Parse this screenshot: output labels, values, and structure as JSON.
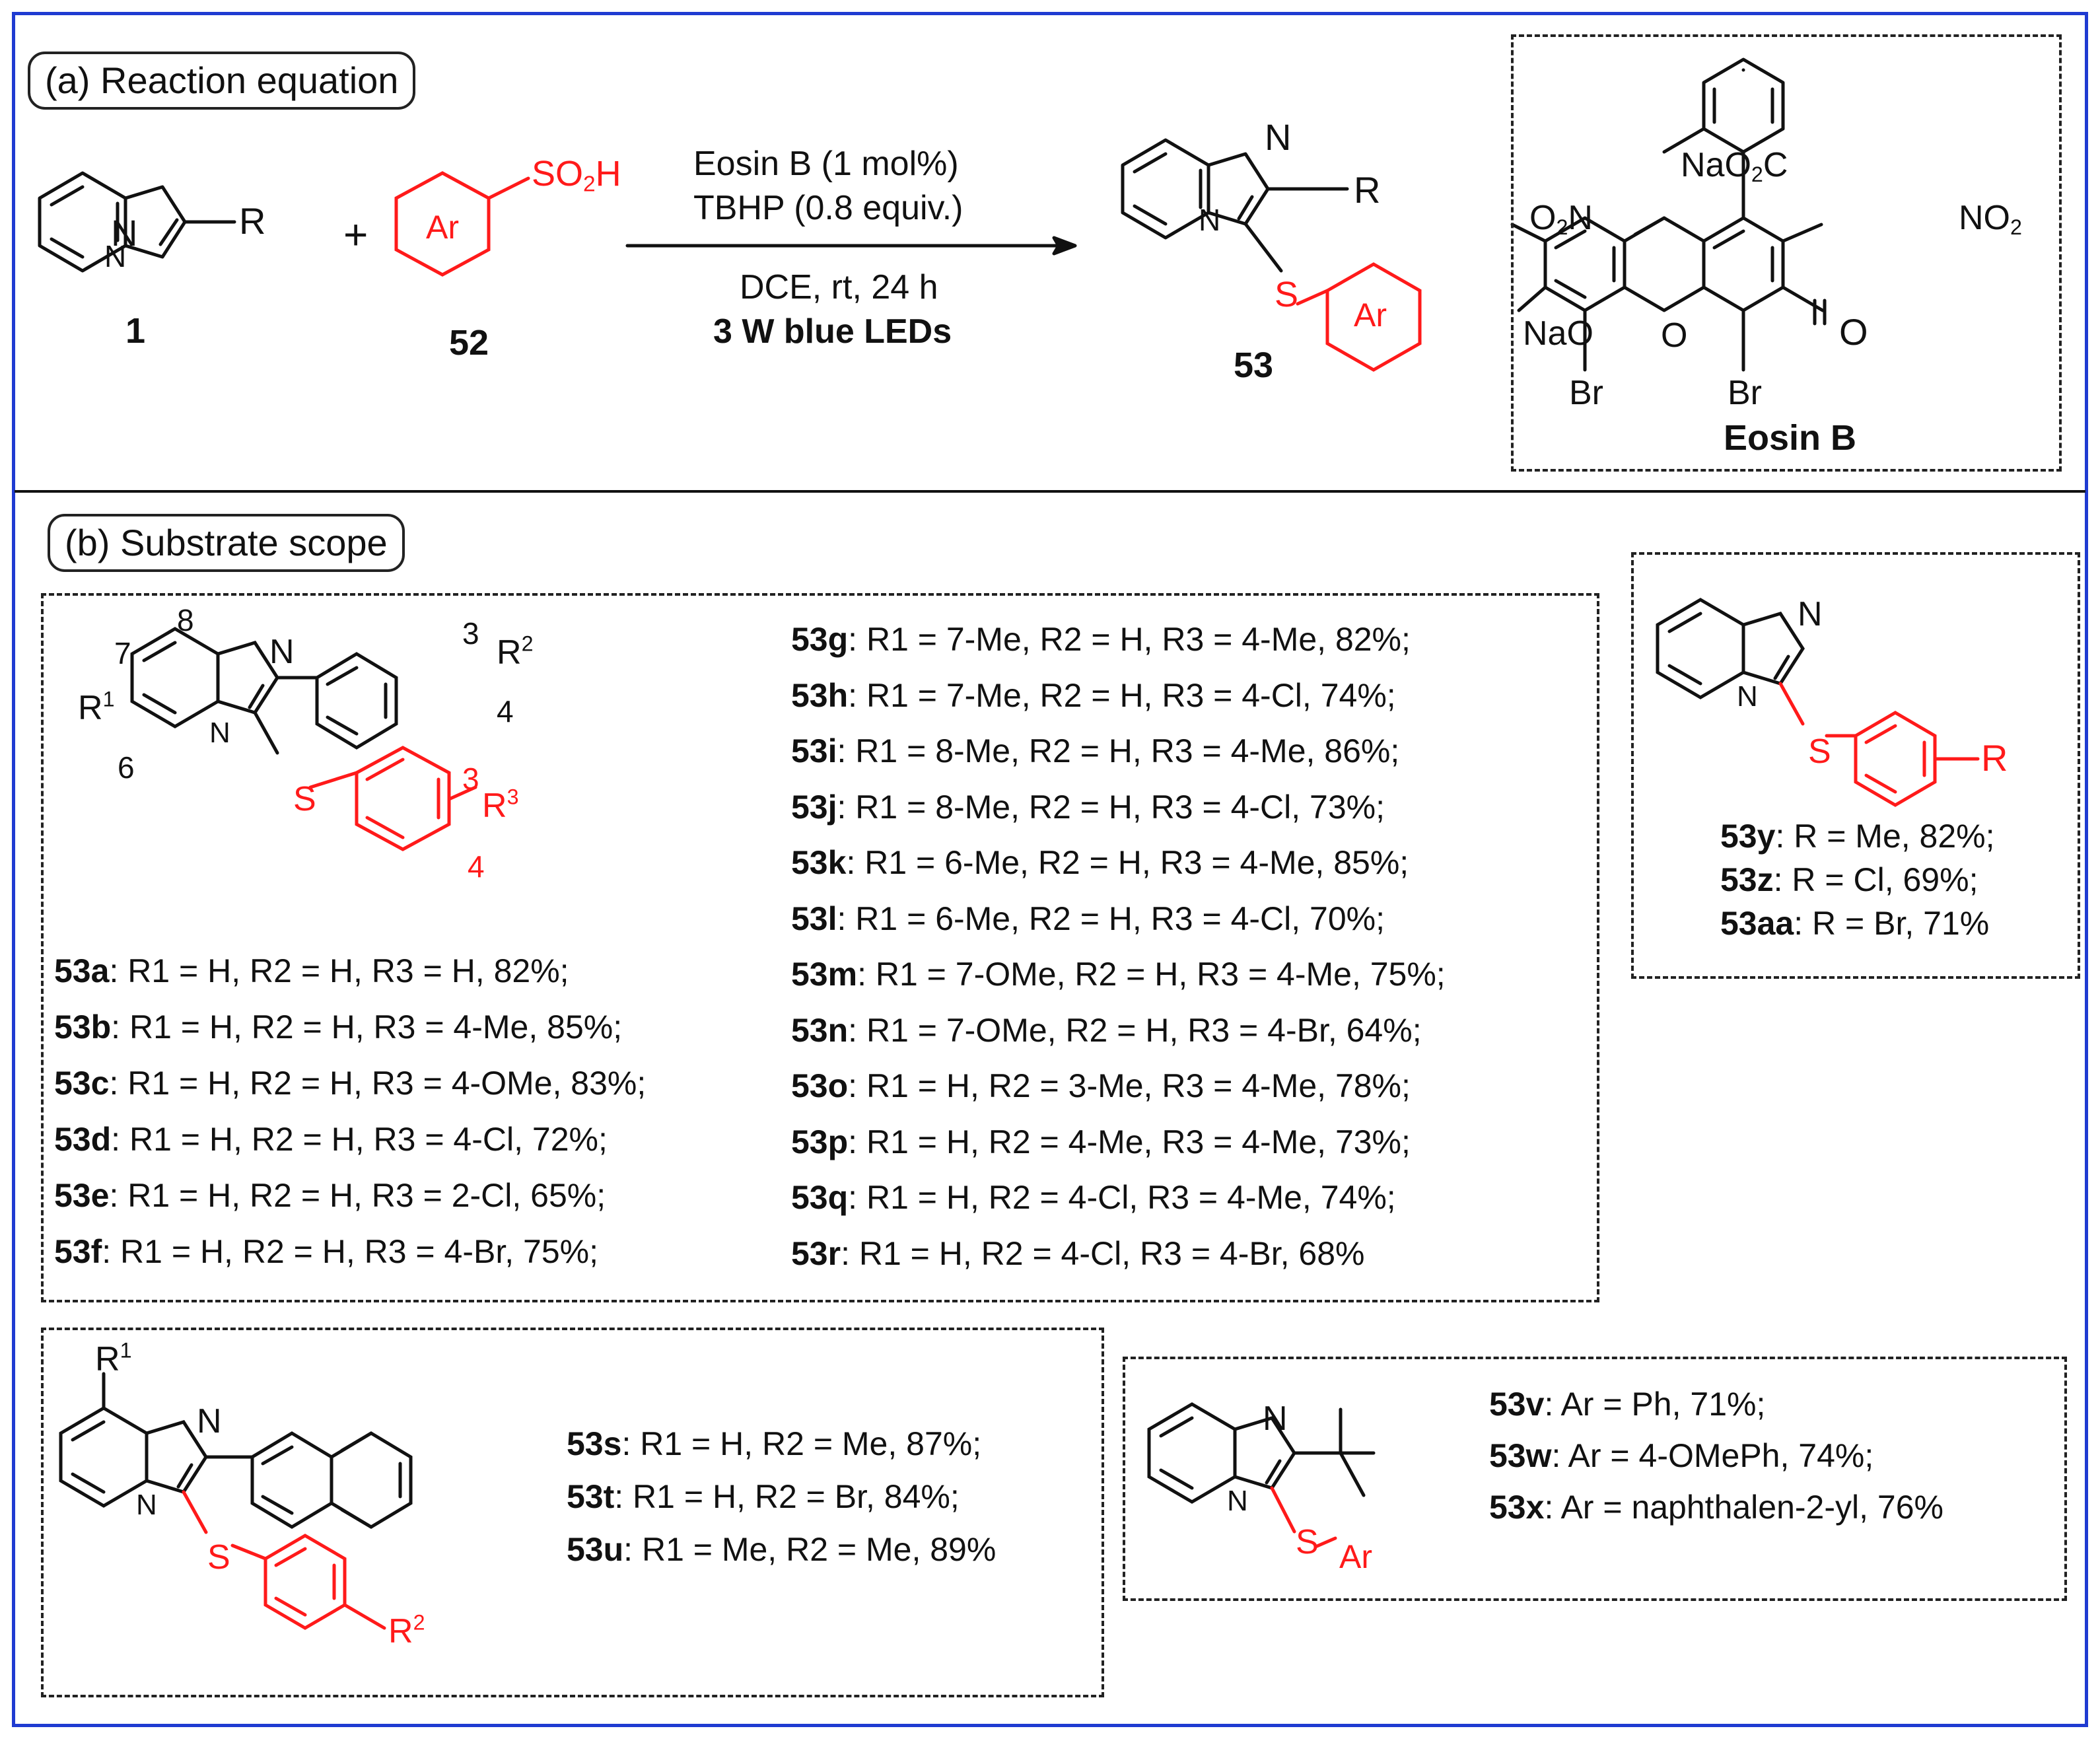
{
  "section_a": {
    "label": "(a) Reaction equation",
    "compound_1": "1",
    "compound_52": "52",
    "compound_53": "53",
    "plus": "+",
    "sulfonic_label": "SO",
    "ar": "Ar",
    "r": "R",
    "s": "S",
    "conditions": {
      "catalyst": "Eosin B (1 mol%)",
      "oxidant": "TBHP (0.8 equiv.)",
      "solvent": "DCE, rt, 24 h",
      "light": "3 W blue LEDs"
    },
    "eosin": {
      "name": "Eosin B",
      "na_o2c": "NaO2C",
      "no2": "NO2",
      "o2n": "O2N",
      "nao": "NaO",
      "br": "Br",
      "o": "O"
    }
  },
  "section_b": {
    "label": "(b) Substrate scope",
    "general": {
      "r1": "R1",
      "r2": "R2",
      "r3": "R3",
      "pos7": "7",
      "pos8": "8",
      "pos6": "6",
      "pos3": "3",
      "pos4": "4"
    },
    "list_left": [
      {
        "id": "53a",
        "text": ": R1 = H, R2 = H, R3 = H,  82%;"
      },
      {
        "id": "53b",
        "text": ": R1 = H, R2 = H, R3 = 4-Me,  85%;"
      },
      {
        "id": "53c",
        "text": ": R1 = H, R2 = H, R3 = 4-OMe,  83%;"
      },
      {
        "id": "53d",
        "text": ": R1 = H, R2 = H, R3 = 4-Cl,  72%;"
      },
      {
        "id": "53e",
        "text": ": R1 = H, R2 = H, R3 = 2-Cl,  65%;"
      },
      {
        "id": "53f",
        "text": ": R1 = H, R2 = H, R3 = 4-Br,  75%;"
      }
    ],
    "list_right": [
      {
        "id": "53g",
        "text": ": R1 = 7-Me, R2 = H, R3 = 4-Me,  82%;"
      },
      {
        "id": "53h",
        "text": ": R1 = 7-Me, R2 = H, R3 = 4-Cl,  74%;"
      },
      {
        "id": "53i",
        "text": ": R1 = 8-Me, R2 = H, R3 = 4-Me,  86%;"
      },
      {
        "id": "53j",
        "text": ": R1 = 8-Me, R2 = H, R3 = 4-Cl,  73%;"
      },
      {
        "id": "53k",
        "text": ": R1 = 6-Me, R2 = H, R3 = 4-Me,  85%;"
      },
      {
        "id": "53l",
        "text": ": R1 = 6-Me, R2 = H, R3 = 4-Cl,  70%;"
      },
      {
        "id": "53m",
        "text": ": R1 = 7-OMe, R2 = H, R3 = 4-Me,  75%;"
      },
      {
        "id": "53n",
        "text": ": R1 = 7-OMe, R2 = H, R3 = 4-Br,  64%;"
      },
      {
        "id": "53o",
        "text": ": R1 = H, R2 = 3-Me, R3 = 4-Me,  78%;"
      },
      {
        "id": "53p",
        "text": ": R1 = H, R2 = 4-Me, R3 = 4-Me,  73%;"
      },
      {
        "id": "53q",
        "text": ": R1 = H, R2 = 4-Cl, R3 = 4-Me,  74%;"
      },
      {
        "id": "53r",
        "text": ": R1 = H, R2 = 4-Cl, R3 = 4-Br,  68%"
      }
    ],
    "list_yz": [
      {
        "id": "53y",
        "text": ": R = Me, 82%;"
      },
      {
        "id": "53z",
        "text": ": R = Cl, 69%;"
      },
      {
        "id": "53aa",
        "text": ": R =  Br, 71%"
      }
    ],
    "list_stu": [
      {
        "id": "53s",
        "text": ": R1 = H, R2 = Me, 87%;"
      },
      {
        "id": "53t",
        "text": ": R1 = H, R2 = Br, 84%;"
      },
      {
        "id": "53u",
        "text": ": R1 = Me, R2 = Me, 89%"
      }
    ],
    "list_vwx": [
      {
        "id": "53v",
        "text": ": Ar = Ph, 71%;"
      },
      {
        "id": "53w",
        "text": ": Ar = 4-OMePh, 74%;"
      },
      {
        "id": "53x",
        "text": ": Ar =  naphthalen-2-yl, 76%"
      }
    ]
  },
  "colors": {
    "frame": "#1f3bd1",
    "accent": "#ff1a1a",
    "ink": "#111111"
  }
}
